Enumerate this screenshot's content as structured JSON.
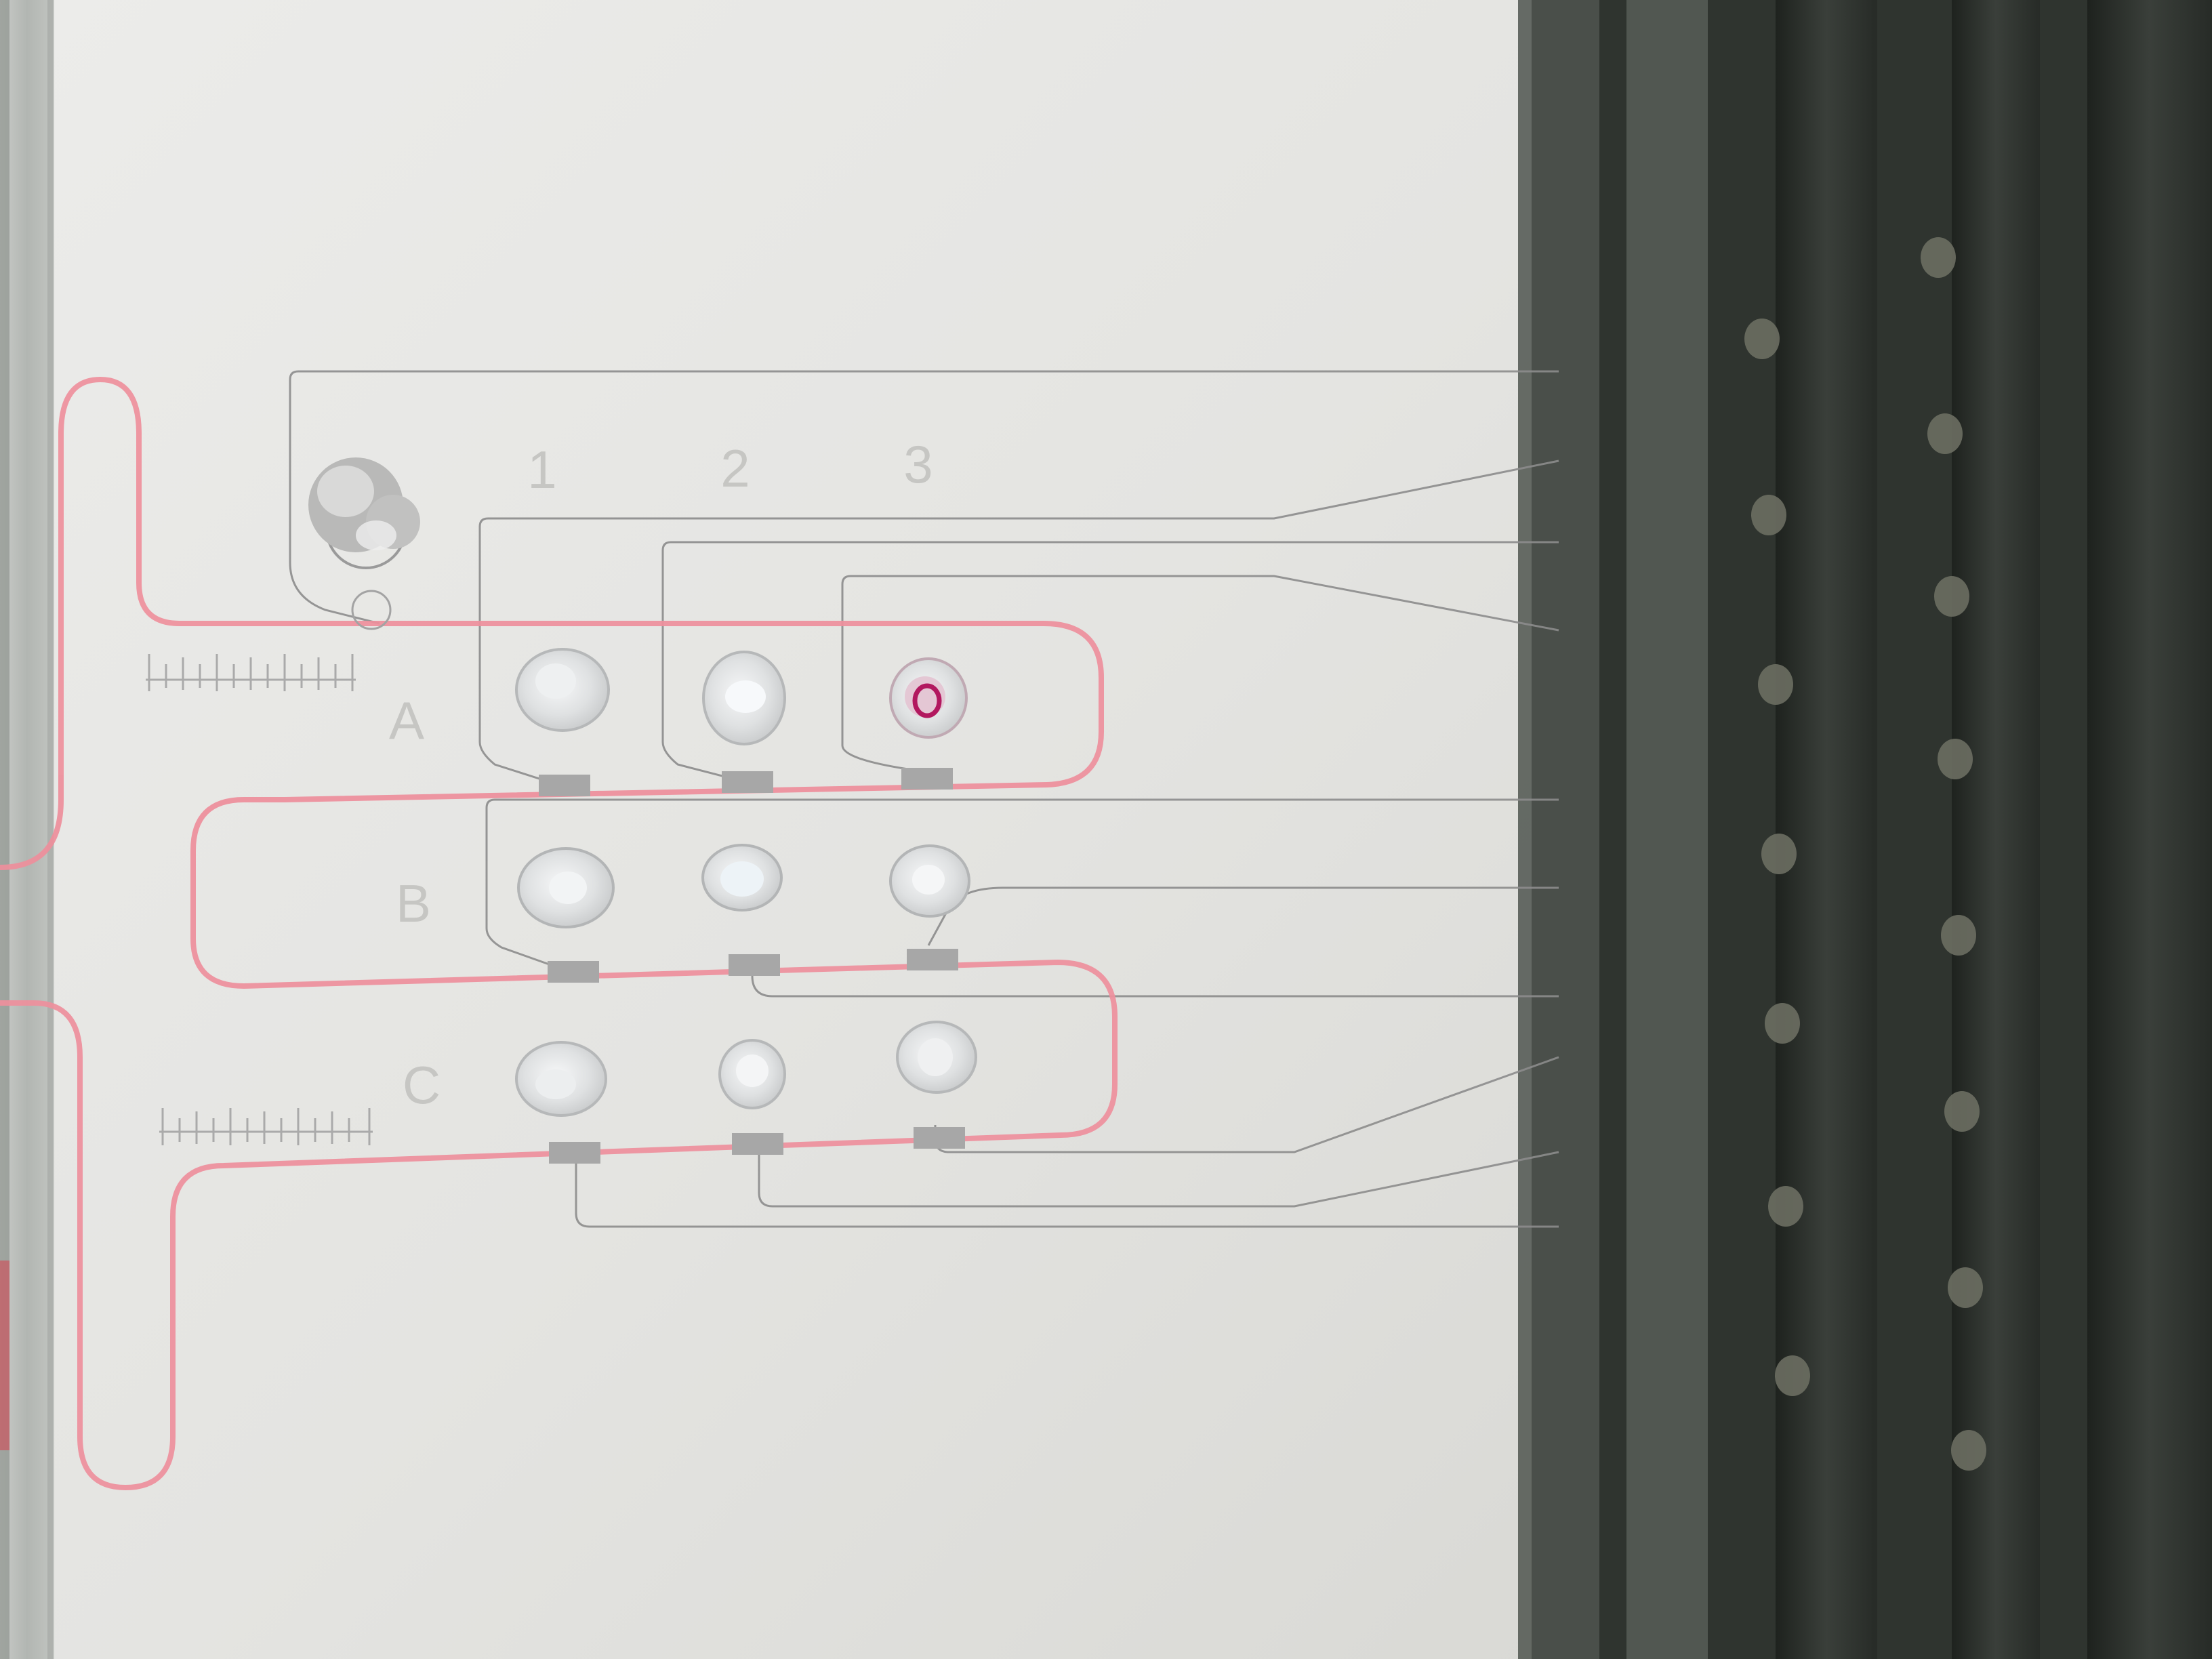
{
  "chip": {
    "column_labels": [
      "1",
      "2",
      "3"
    ],
    "row_labels": [
      "A",
      "B",
      "C"
    ]
  },
  "wells": [
    {
      "row": "A",
      "column": "1",
      "stain": "clear"
    },
    {
      "row": "A",
      "column": "2",
      "stain": "clear"
    },
    {
      "row": "A",
      "column": "3",
      "stain": "magenta"
    },
    {
      "row": "B",
      "column": "1",
      "stain": "clear"
    },
    {
      "row": "B",
      "column": "2",
      "stain": "clear"
    },
    {
      "row": "B",
      "column": "3",
      "stain": "clear"
    },
    {
      "row": "C",
      "column": "1",
      "stain": "clear"
    },
    {
      "row": "C",
      "column": "2",
      "stain": "clear"
    },
    {
      "row": "C",
      "column": "3",
      "stain": "clear"
    }
  ],
  "colors": {
    "substrate": "#e6e6e3",
    "heater_trace": "#ee8f9c",
    "channel_outline": "#8c8c8c",
    "magenta_stain": "#b2185f",
    "electrode_pad": "#a7a7a7",
    "dark_background": "#2f342f"
  }
}
